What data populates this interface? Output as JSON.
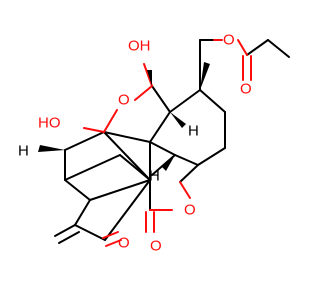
{
  "molecule": {
    "atoms": {
      "hydroxyl_top": "OH",
      "ring_oxygen_left": "O",
      "hydroxyl_left": "HO",
      "hydrogen_right_upper": "H",
      "hydrogen_right_lower": "H",
      "hydrogen_left": "H",
      "acetate_ether_oxygen": "O",
      "acetate_carbonyl_oxygen": "O",
      "lactone_ring_oxygen": "O",
      "lactone_carbonyl_oxygen": "O",
      "ketone_oxygen": "O"
    },
    "colors": {
      "bond": "#000000",
      "heteroatom": "#ff0d0d",
      "background": "#ffffff"
    }
  }
}
